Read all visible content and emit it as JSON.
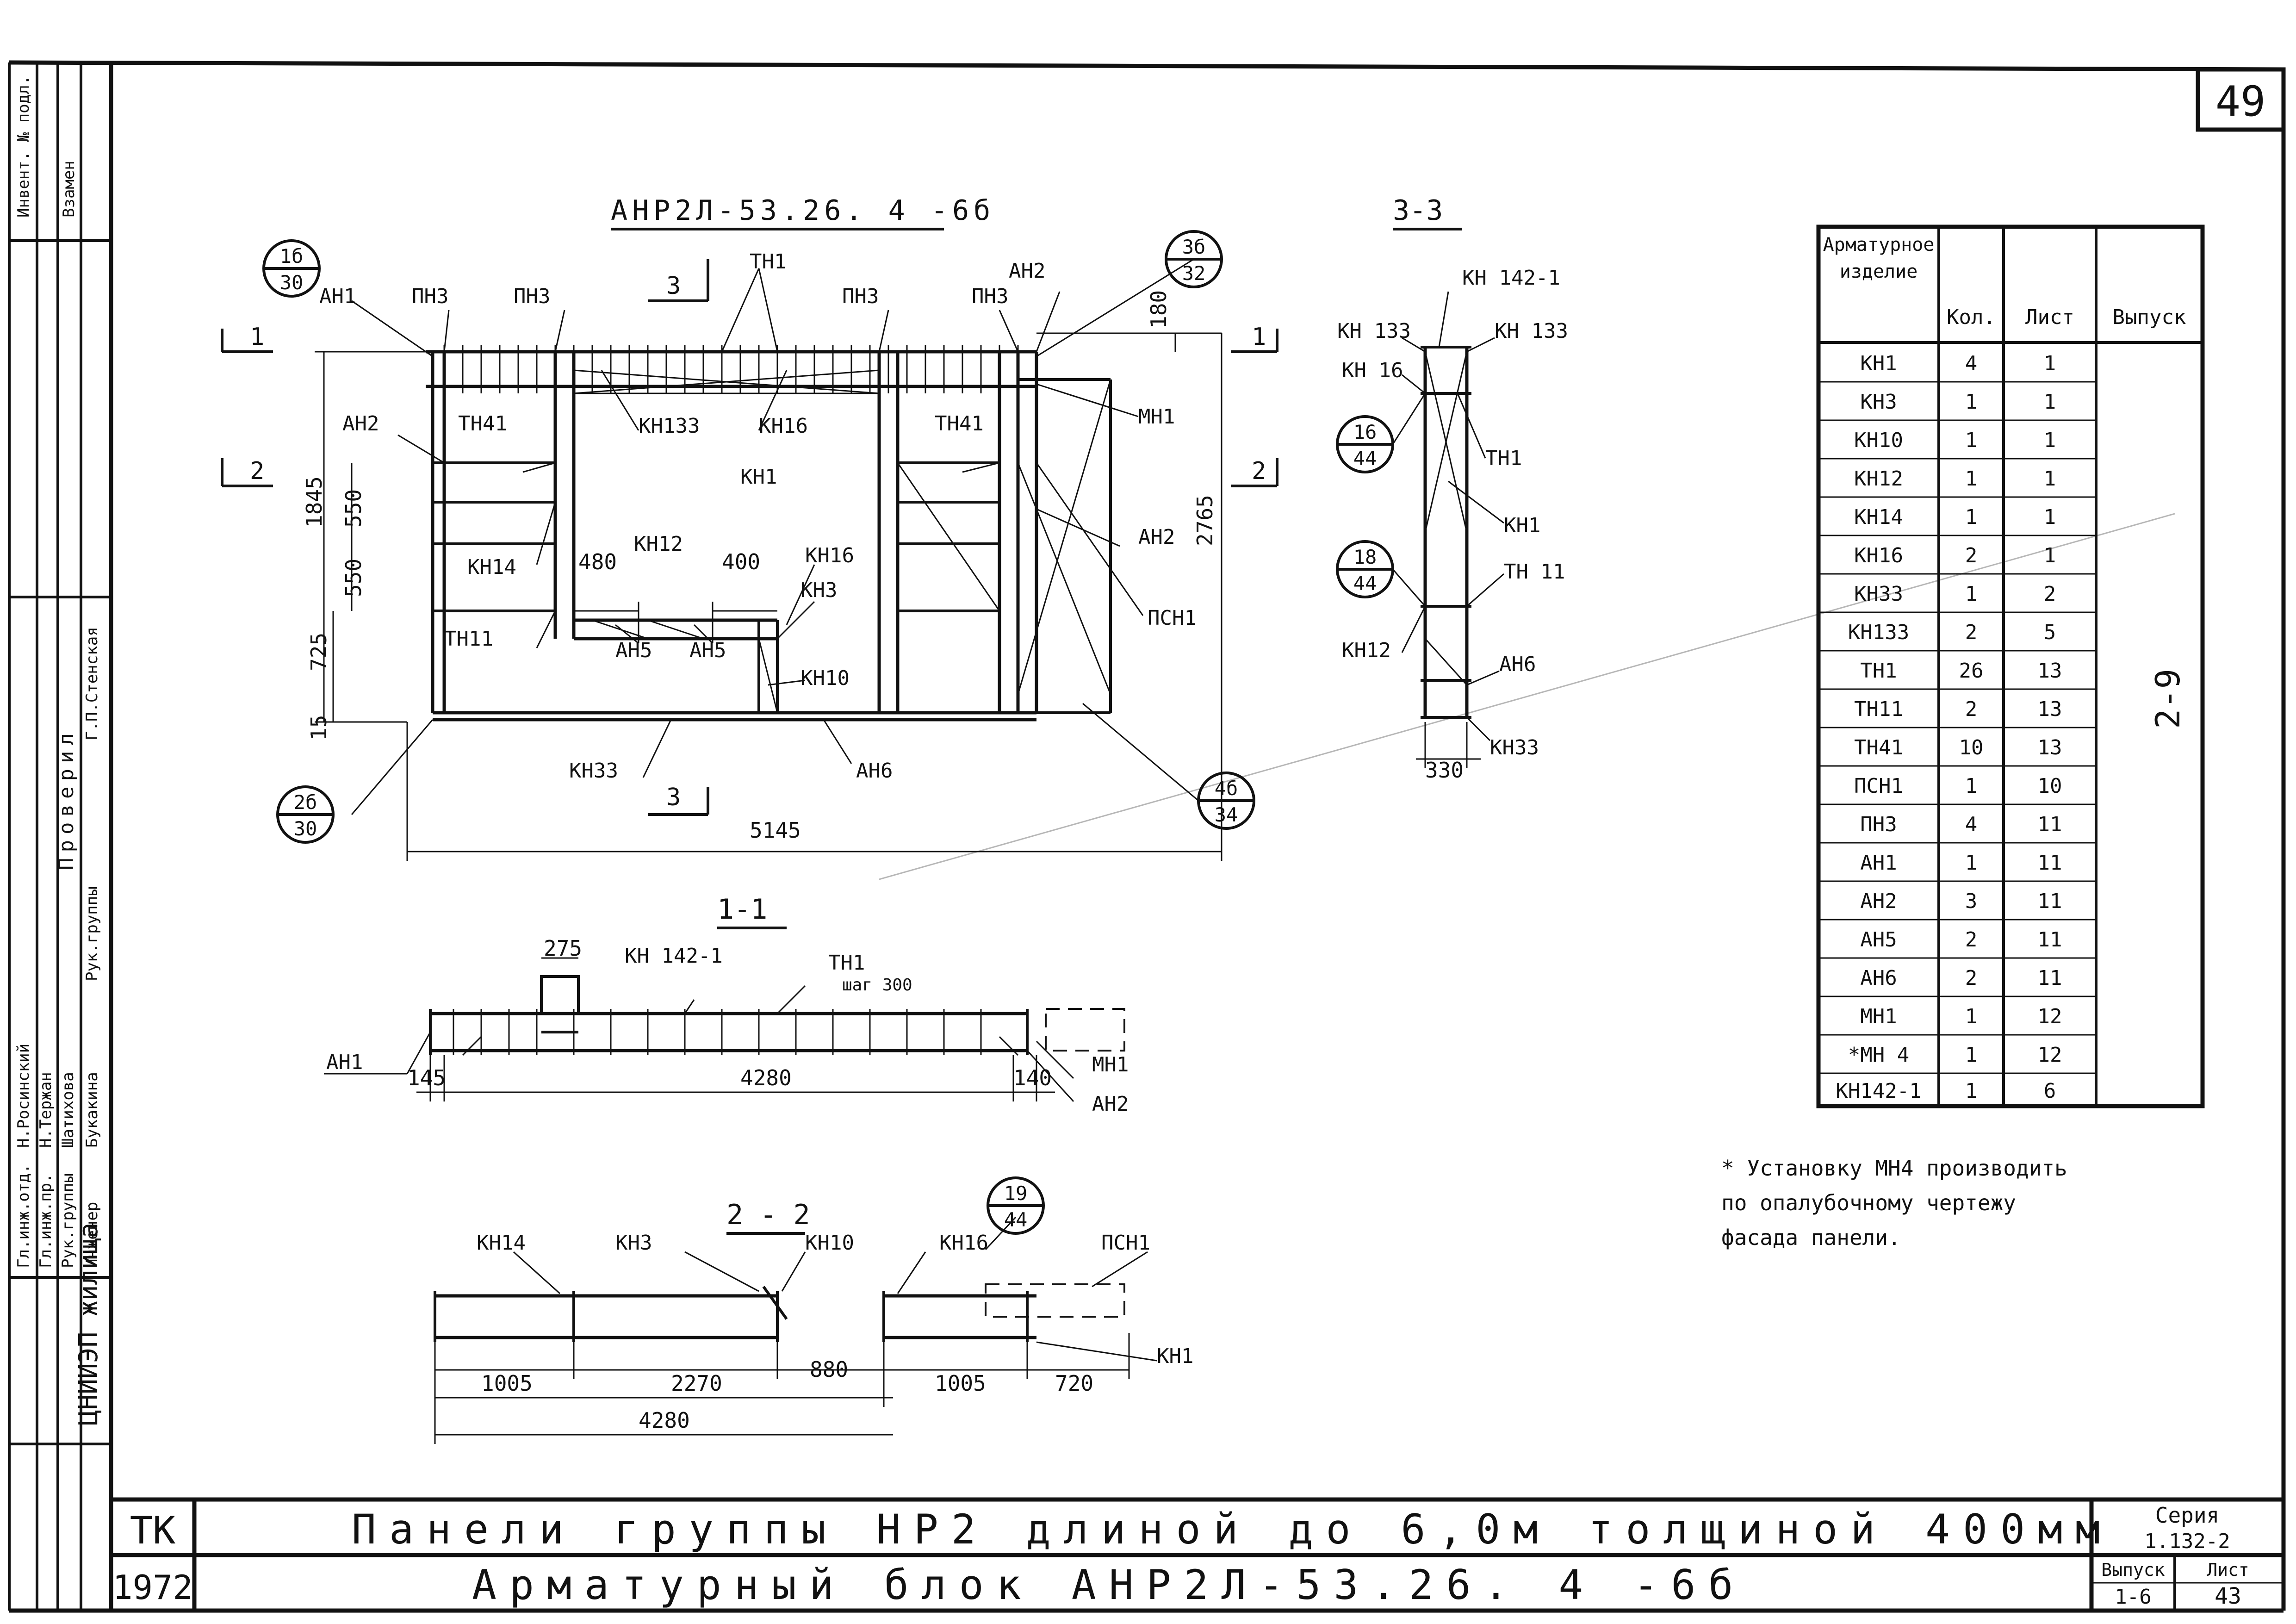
{
  "sheet_number": "49",
  "main_title": "АНР2Л-53.26. 4 -6б",
  "title_block": {
    "code": "ТК",
    "year": "1972",
    "line1": "Панели группы НР2 длиной до 6,0м толщиной 400мм",
    "line2": "Арматурный блок АНР2Л-53.26. 4 -6б",
    "series_label": "Серия",
    "series_value": "1.132-2",
    "issue_label": "Выпуск",
    "issue_value": "1-6",
    "sheet_label": "Лист",
    "sheet_value": "43",
    "org": "ЦНИИЭП жилища"
  },
  "left_stamp": {
    "top": [
      "Инвент. № подл.",
      "Взамен"
    ],
    "rows": [
      [
        "Гл.инж.отд.",
        "Н.Росинский"
      ],
      [
        "Гл.инж.пр.",
        "Н.Тержан"
      ],
      [
        "Рук.группы",
        "Шатихова"
      ],
      [
        "Инженер",
        "Букакина"
      ]
    ],
    "check_header": "Проверил",
    "check_role": "Рук.группы",
    "check_name": "Г.П.Стенская"
  },
  "section_labels": {
    "s11": "1-1",
    "s22": "2 - 2",
    "s33": "3-3",
    "cut1": "1",
    "cut2": "2",
    "cut3": "3"
  },
  "callouts": [
    {
      "top": "1б",
      "bottom": "30"
    },
    {
      "top": "3б",
      "bottom": "32"
    },
    {
      "top": "2б",
      "bottom": "30"
    },
    {
      "top": "4б",
      "bottom": "34"
    },
    {
      "top": "16",
      "bottom": "44"
    },
    {
      "top": "18",
      "bottom": "44"
    },
    {
      "top": "19",
      "bottom": "44"
    }
  ],
  "elevation_labels": {
    "ah1": "АН1",
    "pn3a": "ПН3",
    "pn3b": "ПН3",
    "th1": "ТН1",
    "pn3c": "ПН3",
    "pn3d": "ПН3",
    "ah2a": "АН2",
    "ah2b": "АН2",
    "th41a": "ТН41",
    "kn133": "КН133",
    "kn16": "КН16",
    "th41b": "ТН41",
    "mn1": "МН1",
    "kn1": "КН1",
    "kn14": "КН14",
    "kn12": "КН12",
    "kn16b": "КН16",
    "kn3": "КН3",
    "ah2c": "АН2",
    "th11": "ТН11",
    "ah5a": "АН5",
    "ah5b": "АН5",
    "kn10": "КН10",
    "pch1": "ПСН1",
    "kn33": "КН33",
    "ah6": "АН6"
  },
  "elevation_dims": {
    "d180": "180",
    "d1845": "1845",
    "d550a": "550",
    "d550b": "550",
    "d725": "725",
    "d15": "15",
    "d2765": "2765",
    "d480": "480",
    "d400": "400",
    "d5145": "5145"
  },
  "section11": {
    "kn142": "КН 142-1",
    "th1": "ТН1",
    "step": "шаг 300",
    "d275": "275",
    "ah1": "АН1",
    "d145": "145",
    "d4280": "4280",
    "d140": "140",
    "mn1": "МН1",
    "ah2": "АН2"
  },
  "section22": {
    "kn14": "КН14",
    "kn3": "КН3",
    "kn10": "КН10",
    "kn16": "КН16",
    "pch1": "ПСН1",
    "kn1": "КН1",
    "d1005a": "1005",
    "d2270": "2270",
    "d880": "880",
    "d1005b": "1005",
    "d720": "720",
    "d4280": "4280"
  },
  "section33": {
    "kn142": "КН 142-1",
    "kn133a": "КН 133",
    "kn133b": "КН 133",
    "kn16": "КН 16",
    "th1": "ТН1",
    "kn1": "КН1",
    "th11": "ТН 11",
    "kn12": "КН12",
    "ah6": "АН6",
    "kn33": "КН33",
    "d330": "330"
  },
  "spec_table": {
    "headers": [
      "Арматурное изделие",
      "Кол.",
      "Лист",
      "Выпуск"
    ],
    "issue_value": "2-9",
    "rows": [
      [
        "КН1",
        "4",
        "1"
      ],
      [
        "КН3",
        "1",
        "1"
      ],
      [
        "КН10",
        "1",
        "1"
      ],
      [
        "КН12",
        "1",
        "1"
      ],
      [
        "КН14",
        "1",
        "1"
      ],
      [
        "КН16",
        "2",
        "1"
      ],
      [
        "КН33",
        "1",
        "2"
      ],
      [
        "КН133",
        "2",
        "5"
      ],
      [
        "ТН1",
        "26",
        "13"
      ],
      [
        "ТН11",
        "2",
        "13"
      ],
      [
        "ТН41",
        "10",
        "13"
      ],
      [
        "ПСН1",
        "1",
        "10"
      ],
      [
        "ПН3",
        "4",
        "11"
      ],
      [
        "АН1",
        "1",
        "11"
      ],
      [
        "АН2",
        "3",
        "11"
      ],
      [
        "АН5",
        "2",
        "11"
      ],
      [
        "АН6",
        "2",
        "11"
      ],
      [
        "МН1",
        "1",
        "12"
      ],
      [
        "*МН 4",
        "1",
        "12"
      ],
      [
        "КН142-1",
        "1",
        "6"
      ]
    ]
  },
  "note_lines": [
    "* Установку МН4 производить",
    "по опалубочному чертежу",
    "фасада панели."
  ]
}
